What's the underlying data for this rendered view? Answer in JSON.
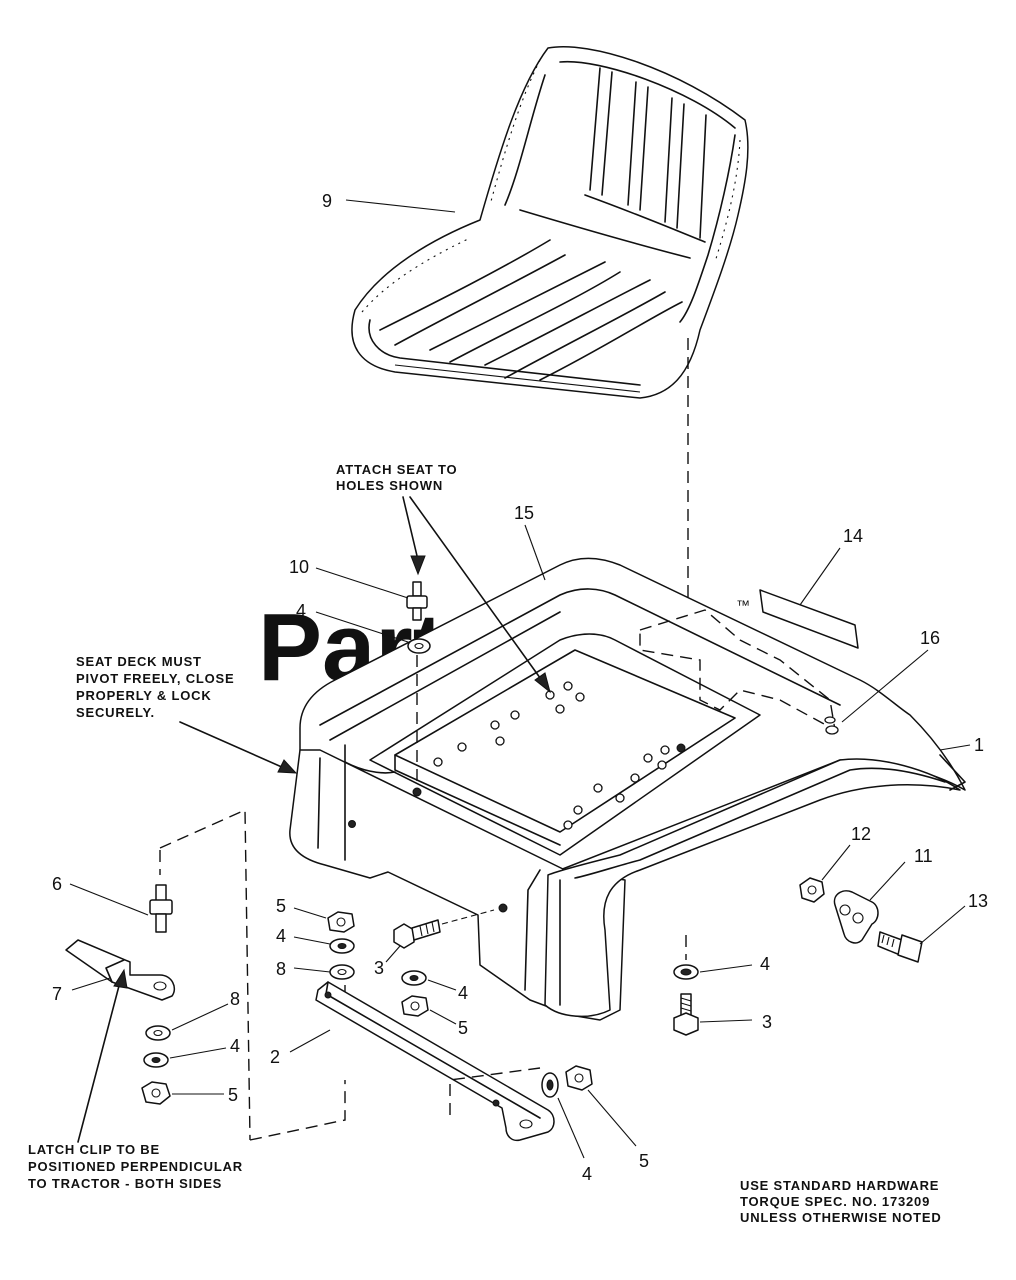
{
  "watermark": {
    "text": "PartsTree",
    "tm": "™"
  },
  "notes": {
    "attach_seat": [
      "ATTACH SEAT TO",
      "HOLES SHOWN"
    ],
    "seat_deck": [
      "SEAT DECK MUST",
      "PIVOT FREELY, CLOSE",
      "PROPERLY & LOCK",
      "SECURELY."
    ],
    "latch_clip": [
      "LATCH CLIP TO BE",
      "POSITIONED PERPENDICULAR",
      "TO TRACTOR - BOTH SIDES"
    ],
    "hardware": [
      "USE STANDARD HARDWARE",
      "TORQUE SPEC. NO. 173209",
      "UNLESS OTHERWISE NOTED"
    ]
  },
  "callouts": {
    "seat": "9",
    "deck_panel": "15",
    "decal": "14",
    "stud_top": "10",
    "washer_top": "4",
    "pivot_16": "16",
    "fender": "1",
    "nut_12": "12",
    "bracket_11": "11",
    "bolt_13": "13",
    "stud_6": "6",
    "clip_7": "7",
    "washer_8_left": "8",
    "lockwasher_4_left": "4",
    "nut_5_left": "5",
    "nut_5_mid": "5",
    "lockwasher_4_mid": "4",
    "washer_8_mid": "8",
    "bolt_3_mid": "3",
    "lockwasher_4_mid2": "4",
    "nut_5_mid2": "5",
    "brace_2": "2",
    "lockwasher_4_bottom": "4",
    "nut_5_bottom": "5",
    "washer_4_right": "4",
    "bolt_3_right": "3"
  }
}
